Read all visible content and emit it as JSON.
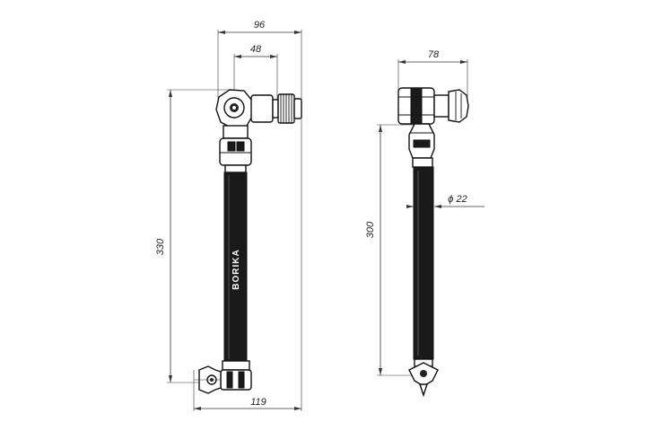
{
  "dimensions": {
    "front_width_total": "96",
    "front_width_head": "48",
    "front_height": "330",
    "front_bottom_width": "119",
    "side_width": "78",
    "side_height": "300",
    "side_diameter": "ϕ 22"
  },
  "brand_label": "BORIKA"
}
